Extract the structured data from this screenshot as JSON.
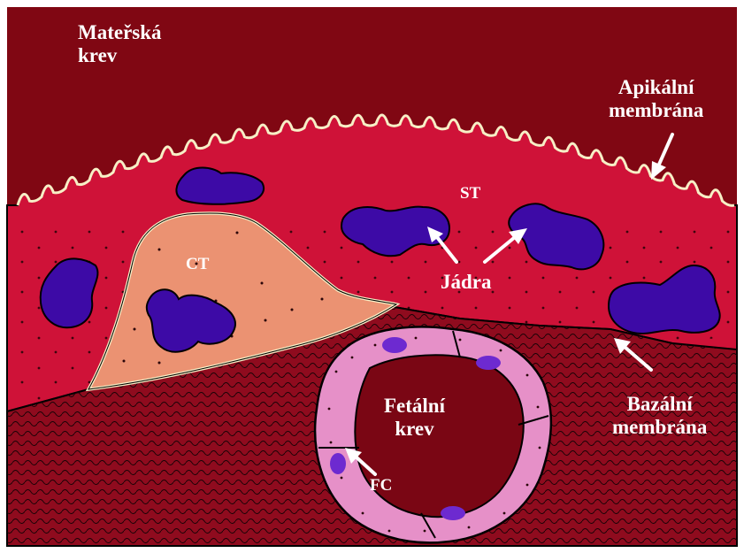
{
  "labels": {
    "maternal_blood": [
      "Mateřská",
      "krev"
    ],
    "apical_membrane": [
      "Apikální",
      "membrána"
    ],
    "st": "ST",
    "ct": "CT",
    "nuclei": "Jádra",
    "basal_membrane": [
      "Bazální",
      "membrána"
    ],
    "fetal_blood": [
      "Fetální",
      "krev"
    ],
    "fc": "FC"
  },
  "colors": {
    "maternal_blood": "#800713",
    "syncytiotrophoblast": "#cf1238",
    "cytotrophoblast": "#eb9272",
    "nucleus": "#3d0aa6",
    "stroma": "#8f0b1e",
    "capillary_wall": "#e690c8",
    "capillary_nucleus": "#6d2ad0",
    "membrane": "#f7efc6",
    "label": "#ffffff"
  }
}
